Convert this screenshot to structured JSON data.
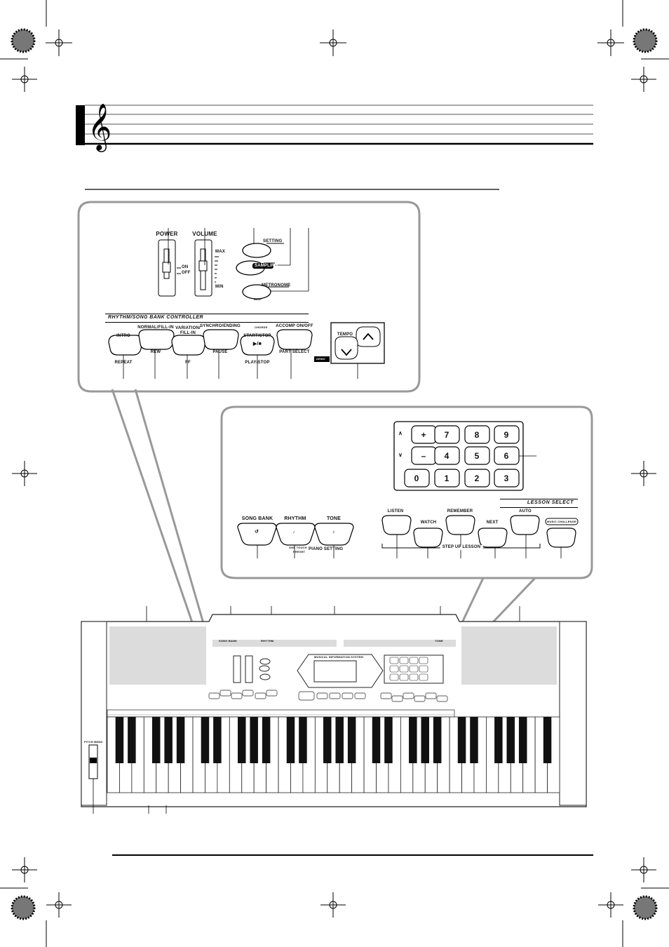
{
  "sections": {
    "rhythm_controller_title": "RHYTHM/SONG BANK CONTROLLER",
    "lesson_select_title": "LESSON SELECT"
  },
  "panel_top": {
    "power": "POWER",
    "power_on": "ON",
    "power_off": "OFF",
    "volume": "VOLUME",
    "volume_max": "MAX",
    "volume_min": "MIN",
    "setting": "SETTING",
    "sampling": "SAMPLING",
    "metronome": "METRONOME",
    "beat": "BEAT",
    "intro": "INTRO",
    "repeat": "REPEAT",
    "normal_fill_in": "NORMAL/FILL-IN",
    "rew": "REW",
    "variation_fill_in_1": "VARIATION/",
    "variation_fill_in_2": "FILL-IN",
    "ff": "FF",
    "synchro_ending": "SYNCHRO/ENDING",
    "pause": "PAUSE",
    "chords": "CHORDS",
    "start_stop": "START/STOP",
    "play_stop_symbol": "▶/■",
    "play_stop": "PLAY/STOP",
    "accomp_on_off": "ACCOMP ON/OFF",
    "part_select": "PART SELECT",
    "demo": "DEMO",
    "tempo": "TEMPO"
  },
  "panel_bottom": {
    "digits": [
      "+",
      "7",
      "8",
      "9",
      "–",
      "4",
      "5",
      "6",
      "0",
      "1",
      "2",
      "3"
    ],
    "song_bank": "SONG BANK",
    "rhythm": "RHYTHM",
    "tone": "TONE",
    "one_touch": "ONE TOUCH",
    "preset": "PRESET",
    "piano_setting": "PIANO SETTING",
    "listen": "LISTEN",
    "watch": "WATCH",
    "remember": "REMEMBER",
    "next": "NEXT",
    "auto": "AUTO",
    "music_challenge": "MUSIC CHALLENGE",
    "step_up_lesson": "STEP UP LESSON"
  },
  "keyboard": {
    "top_label_left": "SONG BANK",
    "top_label_mid": "RHYTHM",
    "top_label_right": "TONE",
    "display_title": "MUSICAL INFORMATION SYSTEM",
    "pitch_bend": "PITCH BEND"
  },
  "colors": {
    "ink": "#111111",
    "speaker_gray": "#dcdcdc",
    "body_outline": "#222222",
    "black_key": "#111111"
  }
}
